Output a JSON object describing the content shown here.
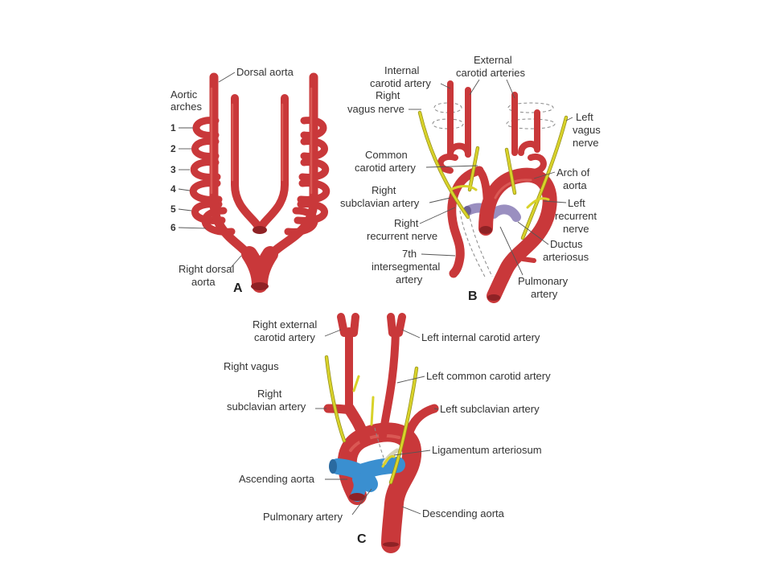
{
  "panel_a": {
    "letter": "A",
    "labels": {
      "dorsal_aorta": "Dorsal aorta",
      "aortic_arches_1": "Aortic",
      "aortic_arches_2": "arches",
      "right_dorsal_aorta_1": "Right dorsal",
      "right_dorsal_aorta_2": "aorta"
    },
    "arch_numbers": [
      "1",
      "2",
      "3",
      "4",
      "5",
      "6"
    ]
  },
  "panel_b": {
    "letter": "B",
    "labels": {
      "internal_carotid_1": "Internal",
      "internal_carotid_2": "carotid artery",
      "external_carotid_1": "External",
      "external_carotid_2": "carotid arteries",
      "right_vagus_1": "Right",
      "right_vagus_2": "vagus nerve",
      "left_vagus_1": "Left",
      "left_vagus_2": "vagus",
      "left_vagus_3": "nerve",
      "common_carotid_1": "Common",
      "common_carotid_2": "carotid artery",
      "arch_of_aorta_1": "Arch of",
      "arch_of_aorta_2": "aorta",
      "right_subclavian_1": "Right",
      "right_subclavian_2": "subclavian artery",
      "left_recurrent_1": "Left",
      "left_recurrent_2": "recurrent",
      "left_recurrent_3": "nerve",
      "right_recurrent_1": "Right",
      "right_recurrent_2": "recurrent nerve",
      "ductus_1": "Ductus",
      "ductus_2": "arteriosus",
      "intersegmental_1": "7th",
      "intersegmental_2": "intersegmental",
      "intersegmental_3": "artery",
      "pulmonary_1": "Pulmonary",
      "pulmonary_2": "artery"
    }
  },
  "panel_c": {
    "letter": "C",
    "labels": {
      "right_external_carotid_1": "Right external",
      "right_external_carotid_2": "carotid artery",
      "left_internal_carotid": "Left internal carotid artery",
      "right_vagus": "Right vagus",
      "left_common_carotid": "Left common carotid artery",
      "right_subclavian_1": "Right",
      "right_subclavian_2": "subclavian artery",
      "left_subclavian": "Left subclavian artery",
      "ligamentum": "Ligamentum arteriosum",
      "ascending_aorta": "Ascending aorta",
      "pulmonary_artery": "Pulmonary artery",
      "descending_aorta": "Descending aorta"
    }
  },
  "colors": {
    "artery": "#c9383a",
    "pulmonary_b": "#9a8fc0",
    "pulmonary_c": "#3a8fd0",
    "nerve": "#d8d22a"
  }
}
